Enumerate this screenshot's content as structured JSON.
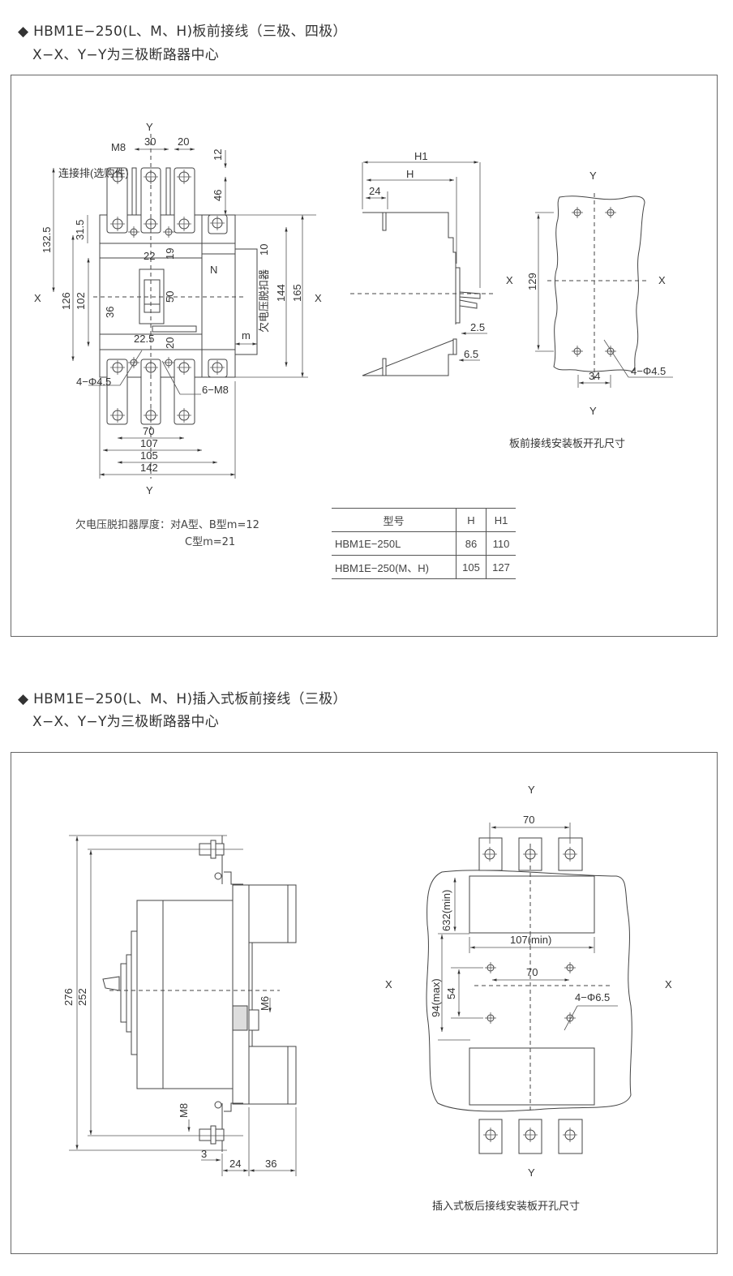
{
  "section1": {
    "title": "◆ HBM1E−250(L、M、H)板前接线（三极、四极）",
    "subtitle": "X−X、Y−Y为三极断路器中心",
    "front_view": {
      "axis_y_top": "Y",
      "axis_y_bottom": "Y",
      "axis_x_left": "X",
      "axis_x_right": "X",
      "dims": [
        "30",
        "20",
        "M8",
        "12",
        "46",
        "连接排(选购件)",
        "132.5",
        "31.5",
        "126",
        "102",
        "22",
        "19",
        "50",
        "36",
        "22.5",
        "20",
        "N",
        "10",
        "欠电压脱扣器",
        "m",
        "144",
        "165",
        "4−Φ4.5",
        "6−M8",
        "70",
        "107",
        "105",
        "142"
      ]
    },
    "side_view": {
      "dims": [
        "H1",
        "H",
        "24",
        "2.5",
        "6.5"
      ]
    },
    "panel_cutout": {
      "axis_y_top": "Y",
      "axis_y_bottom": "Y",
      "axis_x_left": "X",
      "axis_x_right": "X",
      "dims": [
        "129",
        "34",
        "4−Φ4.5"
      ],
      "caption": "板前接线安装板开孔尺寸"
    },
    "note_line1": "欠电压脱扣器厚度：对A型、B型m=12",
    "note_line2": "C型m=21",
    "table": {
      "headers": [
        "型号",
        "H",
        "H1"
      ],
      "rows": [
        [
          "HBM1E−250L",
          "86",
          "110"
        ],
        [
          "HBM1E−250(M、H)",
          "105",
          "127"
        ]
      ]
    }
  },
  "section2": {
    "title": "◆ HBM1E−250(L、M、H)插入式板前接线（三极）",
    "subtitle": "X−X、Y−Y为三极断路器中心",
    "side_view": {
      "dims": [
        "276",
        "252",
        "M6",
        "M8",
        "3",
        "24",
        "36"
      ]
    },
    "panel_cutout": {
      "axis_y_top": "Y",
      "axis_y_bottom": "Y",
      "axis_x_left": "X",
      "axis_x_right": "X",
      "dims": [
        "70",
        "632(min)",
        "107(min)",
        "70",
        "94(max)",
        "54",
        "4−Φ6.5"
      ],
      "caption": "插入式板后接线安装板开孔尺寸"
    }
  }
}
